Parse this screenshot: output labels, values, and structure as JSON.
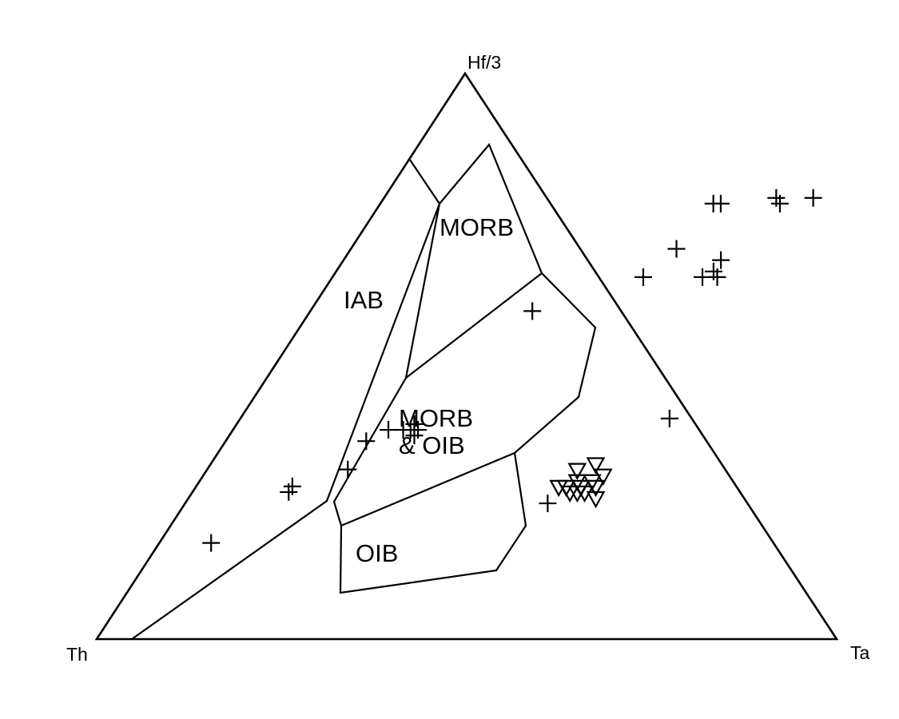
{
  "chart_data": {
    "type": "scatter",
    "diagram": "ternary",
    "axes": {
      "top": "Hf/3",
      "left": "Th",
      "right": "Ta"
    },
    "field_labels": [
      "MORB",
      "IAB",
      "MORB",
      "& OIB",
      "OIB"
    ],
    "series": [
      {
        "marker": "plus",
        "points": [
          [
            0.07,
            0.17
          ],
          [
            0.13,
            0.26
          ],
          [
            0.13,
            0.27
          ],
          [
            0.19,
            0.35
          ],
          [
            0.19,
            0.3
          ],
          [
            0.21,
            0.37
          ],
          [
            0.23,
            0.37
          ],
          [
            0.24,
            0.37
          ],
          [
            0.24,
            0.38
          ],
          [
            0.25,
            0.37
          ],
          [
            0.25,
            0.36
          ],
          [
            0.3,
            0.58
          ],
          [
            0.42,
            0.64
          ],
          [
            0.44,
            0.69
          ],
          [
            0.45,
            0.77
          ],
          [
            0.46,
            0.77
          ],
          [
            0.5,
            0.64
          ],
          [
            0.51,
            0.65
          ],
          [
            0.51,
            0.67
          ],
          [
            0.52,
            0.64
          ],
          [
            0.53,
            0.78
          ],
          [
            0.54,
            0.77
          ],
          [
            0.58,
            0.78
          ],
          [
            0.58,
            0.39
          ],
          [
            0.49,
            0.24
          ]
        ]
      },
      {
        "marker": "triangle-down",
        "points": [
          [
            0.5,
            0.3
          ],
          [
            0.52,
            0.31
          ],
          [
            0.51,
            0.28
          ],
          [
            0.52,
            0.27
          ],
          [
            0.53,
            0.28
          ],
          [
            0.54,
            0.29
          ],
          [
            0.54,
            0.27
          ],
          [
            0.55,
            0.25
          ],
          [
            0.53,
            0.26
          ],
          [
            0.52,
            0.26
          ],
          [
            0.5,
            0.27
          ],
          [
            0.49,
            0.27
          ],
          [
            0.51,
            0.26
          ]
        ]
      }
    ]
  }
}
